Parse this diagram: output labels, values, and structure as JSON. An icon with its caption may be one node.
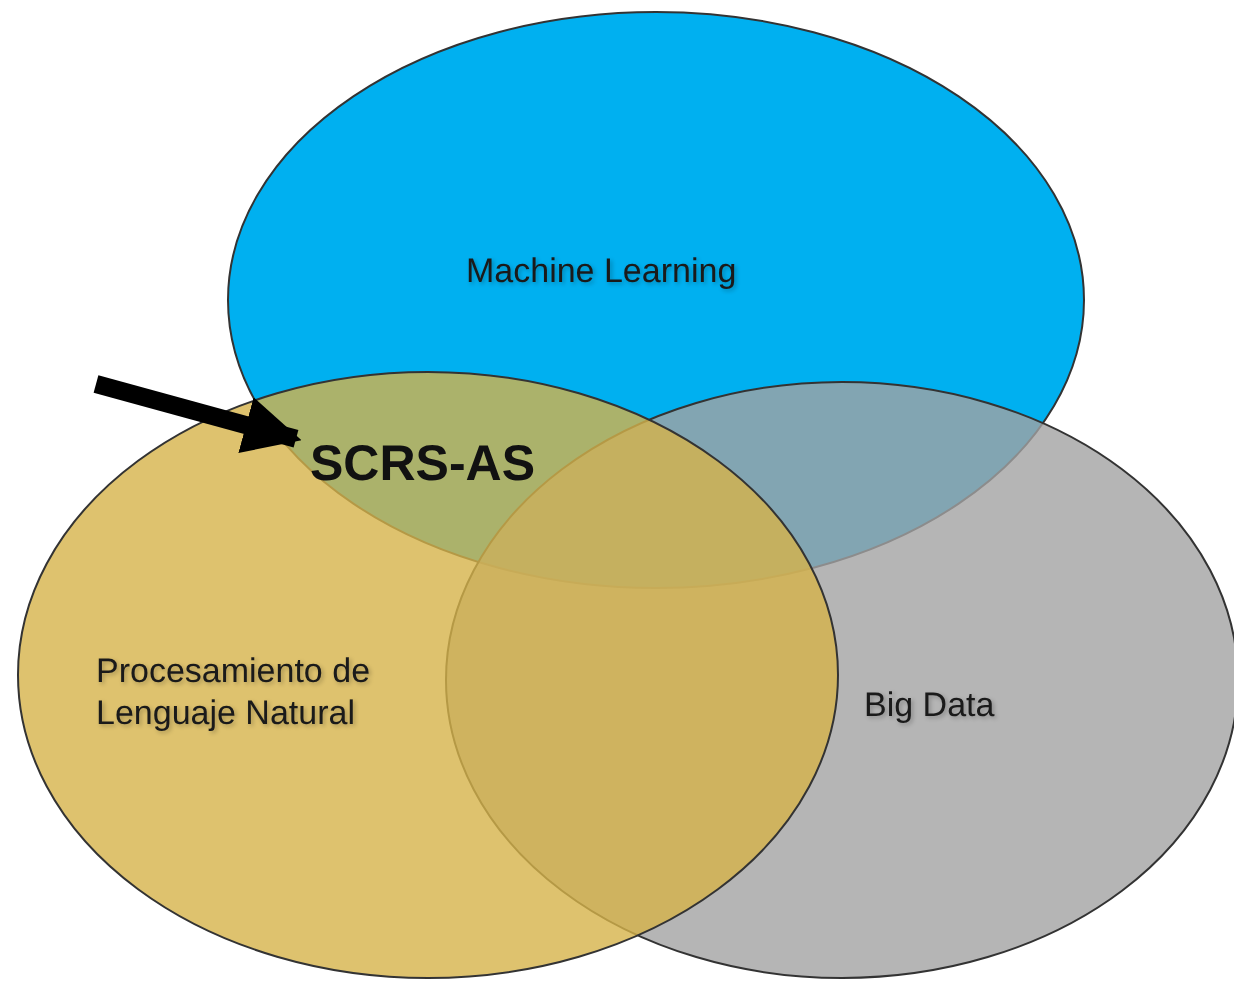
{
  "diagram": {
    "nodes": [
      {
        "text": [
          "Machine Learning"
        ]
      },
      {
        "text": [
          "SCRS-AS"
        ]
      },
      {
        "text": [
          "Procesamiento de Lenguaje Natural"
        ]
      },
      {
        "text": [
          "Big Data"
        ]
      }
    ],
    "edges": [
      {
        "from": null,
        "to": 1,
        "arrow": "to"
      }
    ]
  }
}
